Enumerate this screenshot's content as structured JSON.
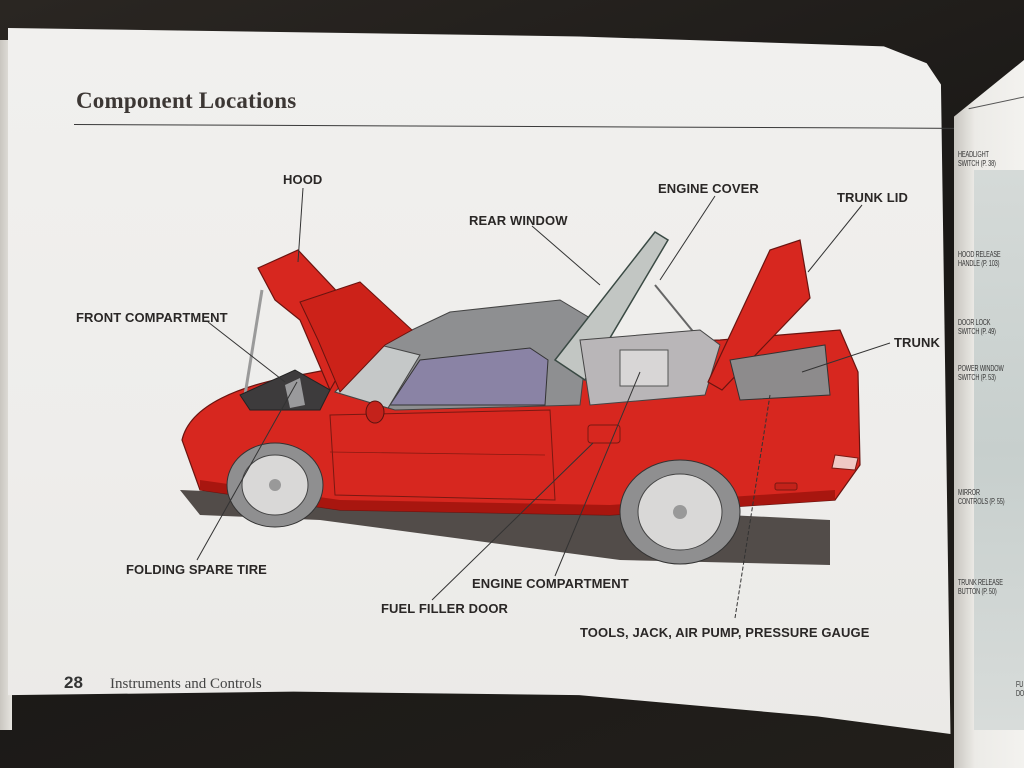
{
  "page": {
    "title": "Component Locations",
    "page_number": "28",
    "section": "Instruments and Controls"
  },
  "callouts": {
    "hood": "HOOD",
    "front_compartment": "FRONT COMPARTMENT",
    "rear_window": "REAR WINDOW",
    "engine_cover": "ENGINE COVER",
    "trunk_lid": "TRUNK LID",
    "trunk": "TRUNK",
    "folding_spare_tire": "FOLDING SPARE TIRE",
    "engine_compartment": "ENGINE COMPARTMENT",
    "fuel_filler_door": "FUEL FILLER DOOR",
    "tools": "TOOLS, JACK, AIR PUMP, PRESSURE GAUGE"
  },
  "right_page": {
    "labels": [
      {
        "line1": "HEADLIGHT",
        "line2": "SWITCH (P. 38)"
      },
      {
        "line1": "HOOD RELEASE",
        "line2": "HANDLE (P. 103)"
      },
      {
        "line1": "DOOR LOCK",
        "line2": "SWITCH (P. 49)"
      },
      {
        "line1": "POWER WINDOW",
        "line2": "SWITCH (P. 53)"
      },
      {
        "line1": "MIRROR",
        "line2": "CONTROLS (P. 55)"
      },
      {
        "line1": "TRUNK RELEASE",
        "line2": "BUTTON (P. 50)"
      },
      {
        "line1": "FU",
        "line2": "DO"
      }
    ]
  },
  "colors": {
    "car_red": "#d7271f",
    "car_red_dark": "#a8160f",
    "glass": "#b9bfc0",
    "tire": "#9a9a9a",
    "shadow": "#4a4340"
  }
}
